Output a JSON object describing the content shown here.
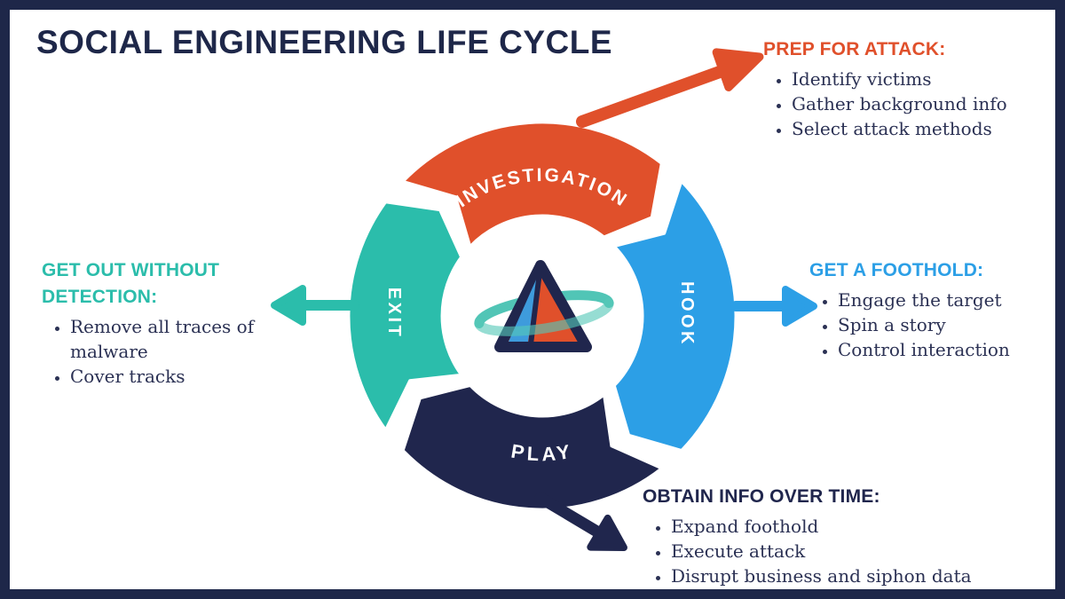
{
  "page": {
    "title": "SOCIAL ENGINEERING LIFE CYCLE"
  },
  "colors": {
    "orange": "#E0502B",
    "blue": "#2C9FE6",
    "teal": "#2BBDAB",
    "navy": "#20264D",
    "title_navy": "#1E2749",
    "body_text": "#2B3154",
    "background": "#FFFFFF",
    "frame_border": "#1E2749"
  },
  "cycle": {
    "direction": "clockwise",
    "center_icon": "prism-triangle-with-orbit-ring-logo",
    "segments": [
      {
        "id": "investigation",
        "label": "INVESTIGATION",
        "color": "#E0502B"
      },
      {
        "id": "hook",
        "label": "HOOK",
        "color": "#2C9FE6"
      },
      {
        "id": "play",
        "label": "PLAY",
        "color": "#20264D"
      },
      {
        "id": "exit",
        "label": "EXIT",
        "color": "#2BBDAB"
      }
    ]
  },
  "callouts": {
    "prep": {
      "heading": "PREP FOR ATTACK:",
      "color": "#E0502B",
      "arrow": "orange-arrow-up-right",
      "items": [
        "Identify victims",
        "Gather background info",
        "Select attack methods"
      ]
    },
    "foothold": {
      "heading": "GET A FOOTHOLD:",
      "color": "#2C9FE6",
      "arrow": "blue-arrow-right",
      "items": [
        "Engage the target",
        "Spin a story",
        "Control interaction"
      ]
    },
    "obtain": {
      "heading": "OBTAIN INFO OVER TIME:",
      "color": "#20264D",
      "arrow": "navy-arrow-down-right",
      "items": [
        "Expand foothold",
        "Execute attack",
        "Disrupt business and siphon data"
      ]
    },
    "exit": {
      "heading": "GET OUT WITHOUT DETECTION:",
      "color": "#2BBDAB",
      "arrow": "teal-arrow-left",
      "items": [
        "Remove all traces of malware",
        "Cover tracks"
      ]
    }
  }
}
